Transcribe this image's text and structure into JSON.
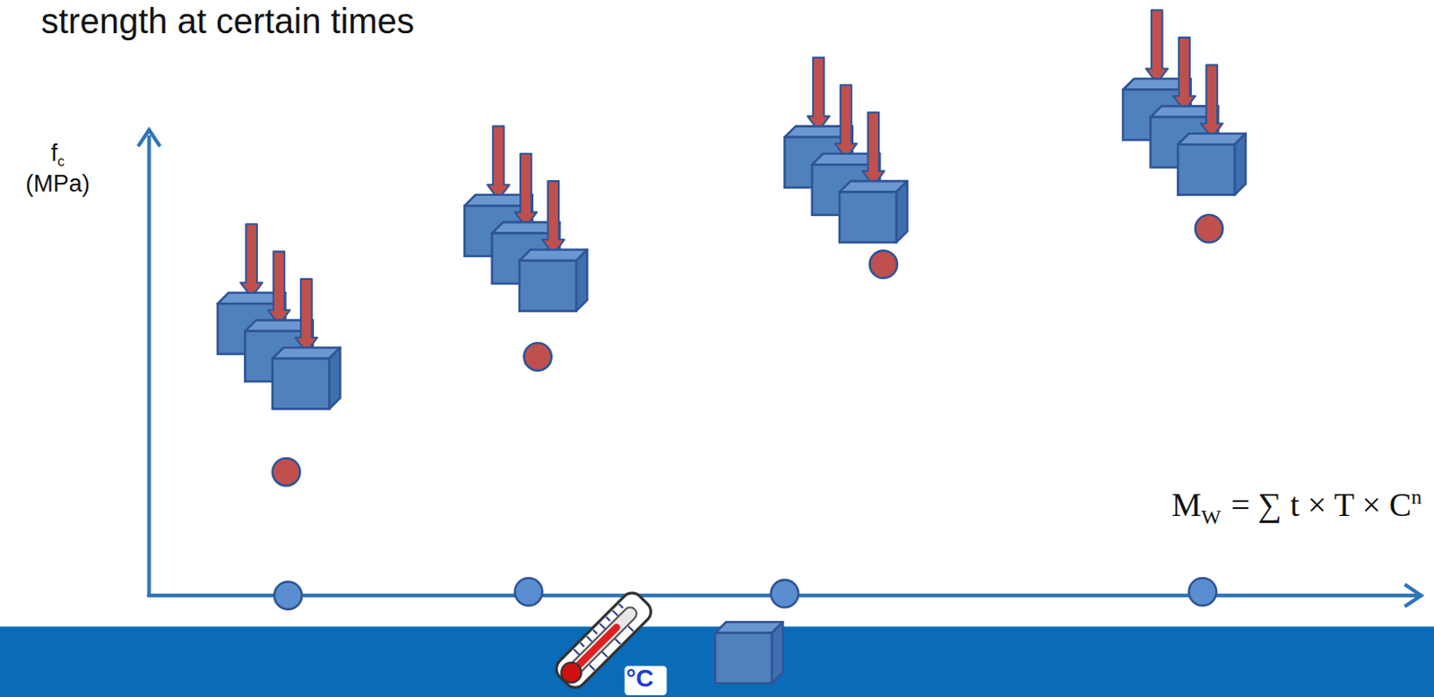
{
  "diagram": {
    "title": "strength at certain times",
    "labels": [
      "f",
      "c",
      "(MPa)",
      "M",
      "W",
      "= ∑ t × T × C",
      "n",
      "°C"
    ]
  }
}
